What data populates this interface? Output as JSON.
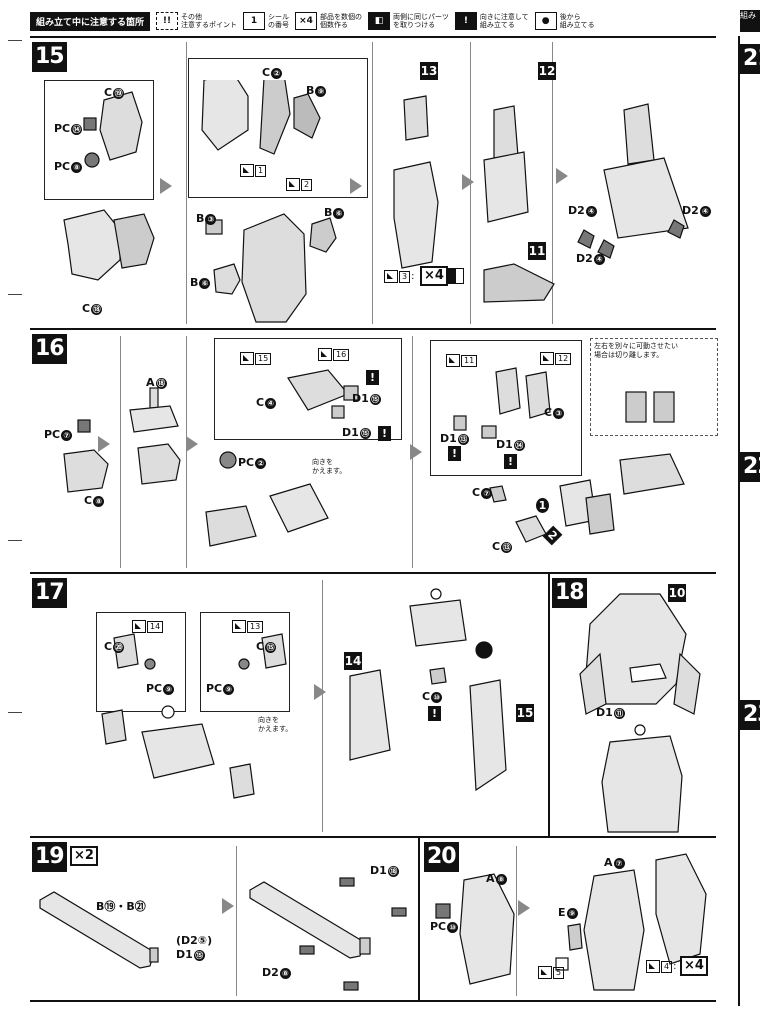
{
  "legend": {
    "title": "組み立て中に注意する箇所",
    "items": [
      {
        "icon": "!!",
        "text": "その他\n注意するポイント"
      },
      {
        "icon": "1",
        "text": "シール\nの番号"
      },
      {
        "icon": "×4",
        "text": "部品を数個の\n個数作る"
      },
      {
        "icon": "◧",
        "text": "両側に同じパーツ\nを取りつける"
      },
      {
        "icon": "!",
        "text": "向きに注意して\n組み立てる"
      },
      {
        "icon": "●",
        "text": "後から\n組み立てる"
      }
    ],
    "edge_tab": "組み"
  },
  "steps": {
    "s15": "15",
    "s16": "16",
    "s17": "17",
    "s18": "18",
    "s19": "19",
    "s20": "20",
    "edge21": "21",
    "edge22": "22",
    "edge23": "23"
  },
  "step15": {
    "labels": {
      "c19": "C",
      "c19n": "⑲",
      "pc14": "PC",
      "pc14n": "⑭",
      "pc8": "PC",
      "pc8n": "⑧",
      "c18": "C",
      "c18n": "⑱",
      "c2": "C",
      "c2n": "②",
      "b9": "B",
      "b9n": "⑨",
      "b3": "B",
      "b3n": "③",
      "b6a": "B",
      "b6an": "⑥",
      "b6b": "B",
      "b6bn": "⑥",
      "d2a": "D2",
      "d2an": "④",
      "d2b": "D2",
      "d2bn": "④",
      "d2c": "D2",
      "d2cn": "④"
    },
    "seals": [
      "1",
      "2",
      "3"
    ],
    "count": "×4",
    "subs": [
      "13",
      "12",
      "11"
    ]
  },
  "step16": {
    "labels": {
      "pc7": "PC",
      "pc7n": "⑦",
      "c8": "C",
      "c8n": "⑧",
      "a18": "A",
      "a18n": "⑱",
      "pc2": "PC",
      "pc2n": "②",
      "c4": "C",
      "c4n": "④",
      "d15a": "D1",
      "d15an": "⑮",
      "d15b": "D1",
      "d15bn": "⑮",
      "c3": "C",
      "c3n": "③",
      "d13": "D1",
      "d13n": "⑬",
      "d14": "D1",
      "d14n": "⑭",
      "c7": "C",
      "c7n": "⑦",
      "c13": "C",
      "c13n": "⑬"
    },
    "seals": [
      "15",
      "16",
      "11",
      "12"
    ],
    "note_turn": "向きを\nかえます。",
    "note_cut": "左右を別々に可動させたい\n場合は切り離します。",
    "order": [
      "1",
      "2"
    ]
  },
  "step17": {
    "labels": {
      "c20": "C",
      "c20n": "⑳",
      "pc9a": "PC",
      "pc9an": "⑨",
      "c15": "C",
      "c15n": "⑮",
      "pc9b": "PC",
      "pc9bn": "⑨",
      "c10": "C",
      "c10n": "⑩"
    },
    "seals": [
      "14",
      "13"
    ],
    "note_turn": "向きを\nかえます。",
    "subs": [
      "14",
      "15"
    ]
  },
  "step18": {
    "labels": {
      "d11": "D1",
      "d11n": "⑪"
    },
    "subs": [
      "10"
    ]
  },
  "step19": {
    "count": "×2",
    "labels": {
      "b19": "B⑲・B㉑",
      "d25": "(D2⑤)",
      "d15": "D1",
      "d15n": "⑮",
      "d18": "D1",
      "d18n": "⑱",
      "d28": "D2",
      "d28n": "⑧"
    }
  },
  "step20": {
    "labels": {
      "a8": "A",
      "a8n": "⑧",
      "pc10": "PC",
      "pc10n": "⑩",
      "a7": "A",
      "a7n": "⑦",
      "e9": "E",
      "e9n": "⑨"
    },
    "seals": [
      "5",
      "4"
    ],
    "count": "×4"
  }
}
